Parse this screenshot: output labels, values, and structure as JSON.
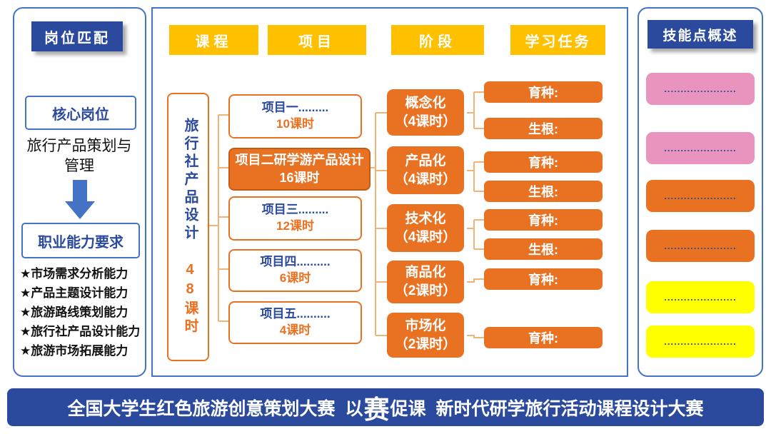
{
  "colors": {
    "dark_blue": "#2B4A9D",
    "border_blue": "#4472C4",
    "gold": "#FFC000",
    "orange": "#E97222",
    "pink": "#E894BE",
    "yellow": "#FFFF00",
    "connector": "#F2B377"
  },
  "left_panel": {
    "header": "岗位匹配",
    "core_post_label": "核心岗位",
    "core_post_value": "旅行产品策划与管理",
    "requirement_label": "职业能力要求",
    "abilities": [
      "★市场需求分析能力",
      "★产品主题设计能力",
      "★旅游路线策划能力",
      "★旅行社产品设计能力",
      "★旅游市场拓展能力"
    ]
  },
  "flow_panel": {
    "column_headers": [
      "课程",
      "项目",
      "阶段",
      "学习任务"
    ],
    "course": {
      "title": "旅行社产品设计",
      "hours": "48课时"
    },
    "projects": [
      {
        "title": "项目一.........",
        "hours": "10课时"
      },
      {
        "title": "项目二研学游产品设计16课时",
        "hours": ""
      },
      {
        "title": "项目三.........",
        "hours": "12课时"
      },
      {
        "title": "项目四..........",
        "hours": "6课时"
      },
      {
        "title": "项目五..........",
        "hours": "4课时"
      }
    ],
    "stages": [
      {
        "name": "概念化",
        "hours": "（4课时）"
      },
      {
        "name": "产品化",
        "hours": "（4课时）"
      },
      {
        "name": "技术化",
        "hours": "（4课时）"
      },
      {
        "name": "商品化",
        "hours": "（2课时）"
      },
      {
        "name": "市场化",
        "hours": "（2课时）"
      }
    ],
    "tasks": [
      {
        "label": "育种:"
      },
      {
        "label": "生根:"
      },
      {
        "label": "育种:"
      },
      {
        "label": "生根:"
      },
      {
        "label": "育种:"
      },
      {
        "label": "生根:"
      },
      {
        "label": "育种:"
      },
      {
        "label": "育种:"
      }
    ]
  },
  "right_panel": {
    "header": "技能点概述",
    "skills": [
      {
        "color": "pink",
        "text": "......................"
      },
      {
        "color": "pink",
        "text": "......................"
      },
      {
        "color": "orange",
        "text": "......................"
      },
      {
        "color": "orange",
        "text": "......................"
      },
      {
        "color": "yellow",
        "text": "......................"
      },
      {
        "color": "yellow",
        "text": "......................"
      }
    ]
  },
  "footer": {
    "left_competition": "全国大学生红色旅游创意策划大赛",
    "slogan_prefix": "以",
    "slogan_big": "赛",
    "slogan_suffix": "促课",
    "right_competition": "新时代研学旅行活动课程设计大赛"
  }
}
